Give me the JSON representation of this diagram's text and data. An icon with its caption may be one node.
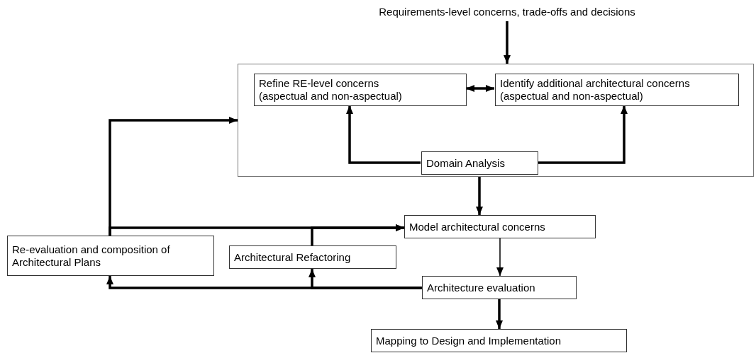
{
  "diagram": {
    "nodes": [
      {
        "text": [
          "Requirements-level concerns, trade-offs and decisions"
        ]
      },
      {
        "text": [],
        "shape": "box"
      },
      {
        "text": [
          "Refine RE-level concerns (aspectual and non-aspectual)"
        ],
        "in": 1
      },
      {
        "text": [
          "Identify additional architectural concerns (aspectual and non-aspectual)"
        ],
        "in": 1
      },
      {
        "text": [
          "Domain Analysis"
        ],
        "in": 1
      },
      {
        "text": [
          "Re-evaluation and composition of Architectural Plans"
        ]
      },
      {
        "text": [
          "Architectural Refactoring"
        ]
      },
      {
        "text": [
          "Model architectural concerns"
        ]
      },
      {
        "text": [
          "Architecture evaluation"
        ]
      },
      {
        "text": [
          "Mapping to Design and Implementation"
        ]
      }
    ],
    "edges": [
      {
        "from": 0,
        "to": 1,
        "arrow": "to"
      },
      {
        "from": 2,
        "to": 3,
        "arrow": "both"
      },
      {
        "from": 4,
        "to": 2,
        "arrow": "to"
      },
      {
        "from": 4,
        "to": 3,
        "arrow": "to"
      },
      {
        "from": 1,
        "to": 7,
        "arrow": "to"
      },
      {
        "from": 5,
        "to": 1,
        "arrow": "to"
      },
      {
        "from": 5,
        "to": 7,
        "arrow": "to"
      },
      {
        "from": 6,
        "to": 7,
        "arrow": "to"
      },
      {
        "from": 7,
        "to": 8,
        "arrow": "to"
      },
      {
        "from": 8,
        "to": 5,
        "arrow": "to"
      },
      {
        "from": 8,
        "to": 6,
        "arrow": "to"
      },
      {
        "from": 8,
        "to": 9,
        "arrow": "to"
      }
    ]
  }
}
